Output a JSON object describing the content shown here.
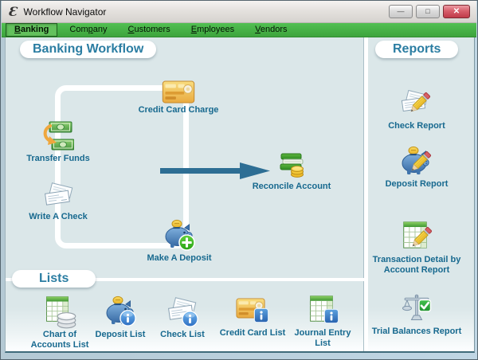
{
  "window": {
    "title": "Workflow Navigator",
    "logo_glyph": "Ɛ",
    "controls": {
      "minimize_glyph": "—",
      "maximize_glyph": "□",
      "close_glyph": "✕"
    }
  },
  "menu": {
    "items": [
      {
        "pre": "",
        "key": "B",
        "post": "anking",
        "selected": true
      },
      {
        "pre": "Com",
        "key": "p",
        "post": "any",
        "selected": false
      },
      {
        "pre": "",
        "key": "C",
        "post": "ustomers",
        "selected": false
      },
      {
        "pre": "",
        "key": "E",
        "post": "mployees",
        "selected": false
      },
      {
        "pre": "",
        "key": "V",
        "post": "endors",
        "selected": false
      }
    ]
  },
  "workflow": {
    "header": "Banking Workflow",
    "items": [
      {
        "label": "Credit Card Charge",
        "icon": "credit-card-icon"
      },
      {
        "label": "Transfer Funds",
        "icon": "transfer-funds-icon"
      },
      {
        "label": "Write A Check",
        "icon": "checks-icon"
      },
      {
        "label": "Make A Deposit",
        "icon": "piggy-bank-plus-icon"
      },
      {
        "label": "Reconcile Account",
        "icon": "books-coins-icon"
      }
    ],
    "arrow_color": "#2d6e94",
    "path_color": "#ffffff"
  },
  "reports": {
    "header": "Reports",
    "items": [
      {
        "label": "Check Report",
        "icon": "checks-pencil-icon"
      },
      {
        "label": "Deposit Report",
        "icon": "piggy-bank-pencil-icon"
      },
      {
        "label": "Transaction Detail by\nAccount Report",
        "icon": "spreadsheet-pencil-icon"
      },
      {
        "label": "Trial Balances Report",
        "icon": "scale-check-icon"
      }
    ]
  },
  "lists": {
    "header": "Lists",
    "items": [
      {
        "label": "Chart of\nAccounts List",
        "icon": "spreadsheet-coins-icon"
      },
      {
        "label": "Deposit List",
        "icon": "piggy-bank-info-icon"
      },
      {
        "label": "Check List",
        "icon": "checks-info-icon"
      },
      {
        "label": "Credit Card List",
        "icon": "credit-card-info-icon"
      },
      {
        "label": "Journal Entry\nList",
        "icon": "spreadsheet-info-icon"
      }
    ]
  },
  "colors": {
    "menu_green": "#45b649",
    "accent_teal": "#17698f",
    "background": "#dbe7e9",
    "arrow": "#2d6e94"
  }
}
